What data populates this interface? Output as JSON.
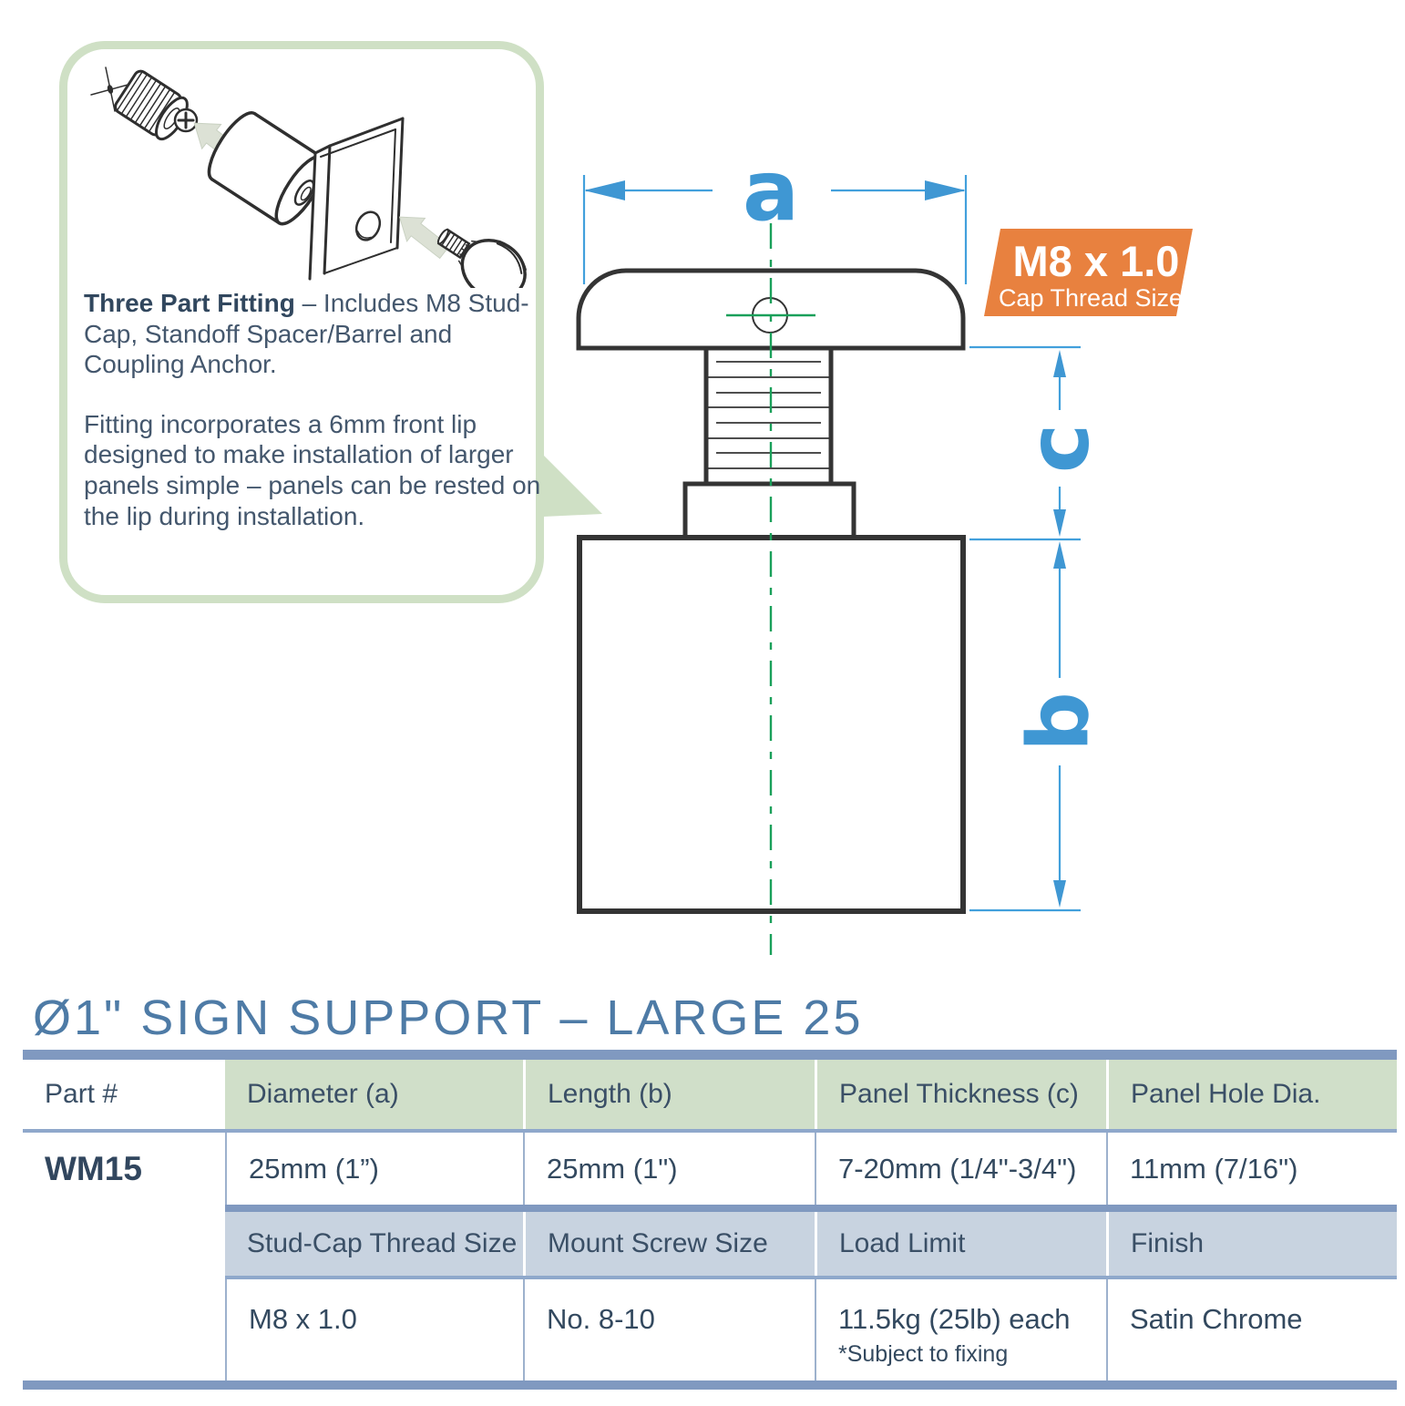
{
  "callout": {
    "heading": "Three Part Fitting",
    "heading_rest": " –  Includes M8 Stud-Cap, Standoff Spacer/Barrel and Coupling Anchor.",
    "paragraph": "Fitting incorporates a 6mm front lip designed to make installation of larger panels simple – panels can be rested on the lip during installation."
  },
  "diagram": {
    "dim_a": "a",
    "dim_b": "b",
    "dim_c": "c",
    "badge": {
      "line1": "M8 x 1.0",
      "line2": "Cap Thread Size"
    }
  },
  "section": {
    "title": "Ø1\" SIGN SUPPORT – LARGE 25"
  },
  "table": {
    "header1": [
      "Part #",
      "Diameter (a)",
      "Length (b)",
      "Panel Thickness (c)",
      "Panel Hole Dia."
    ],
    "row1": [
      "WM15",
      "25mm (1”)",
      "25mm (1\")",
      "7-20mm (1/4\"-3/4\")",
      "11mm (7/16\")"
    ],
    "header2": [
      "Stud-Cap Thread Size",
      "Mount Screw Size",
      "Load Limit",
      "Finish"
    ],
    "row2": [
      "M8 x 1.0",
      "No. 8-10",
      "11.5kg (25lb) each",
      "Satin Chrome"
    ],
    "row2_note": "*Subject to fixing"
  },
  "colors": {
    "dimension_blue": "#3f97d3",
    "centerline_green": "#1aa05a",
    "badge_orange": "#e8813f",
    "table_bar_blue": "#8099c0",
    "header_green_bg": "#d0dfc9",
    "header_blue_bg": "#c8d3e0",
    "title_blue": "#4e7ba6",
    "callout_green": "#cfe0c5",
    "text_dark": "#33495f"
  }
}
